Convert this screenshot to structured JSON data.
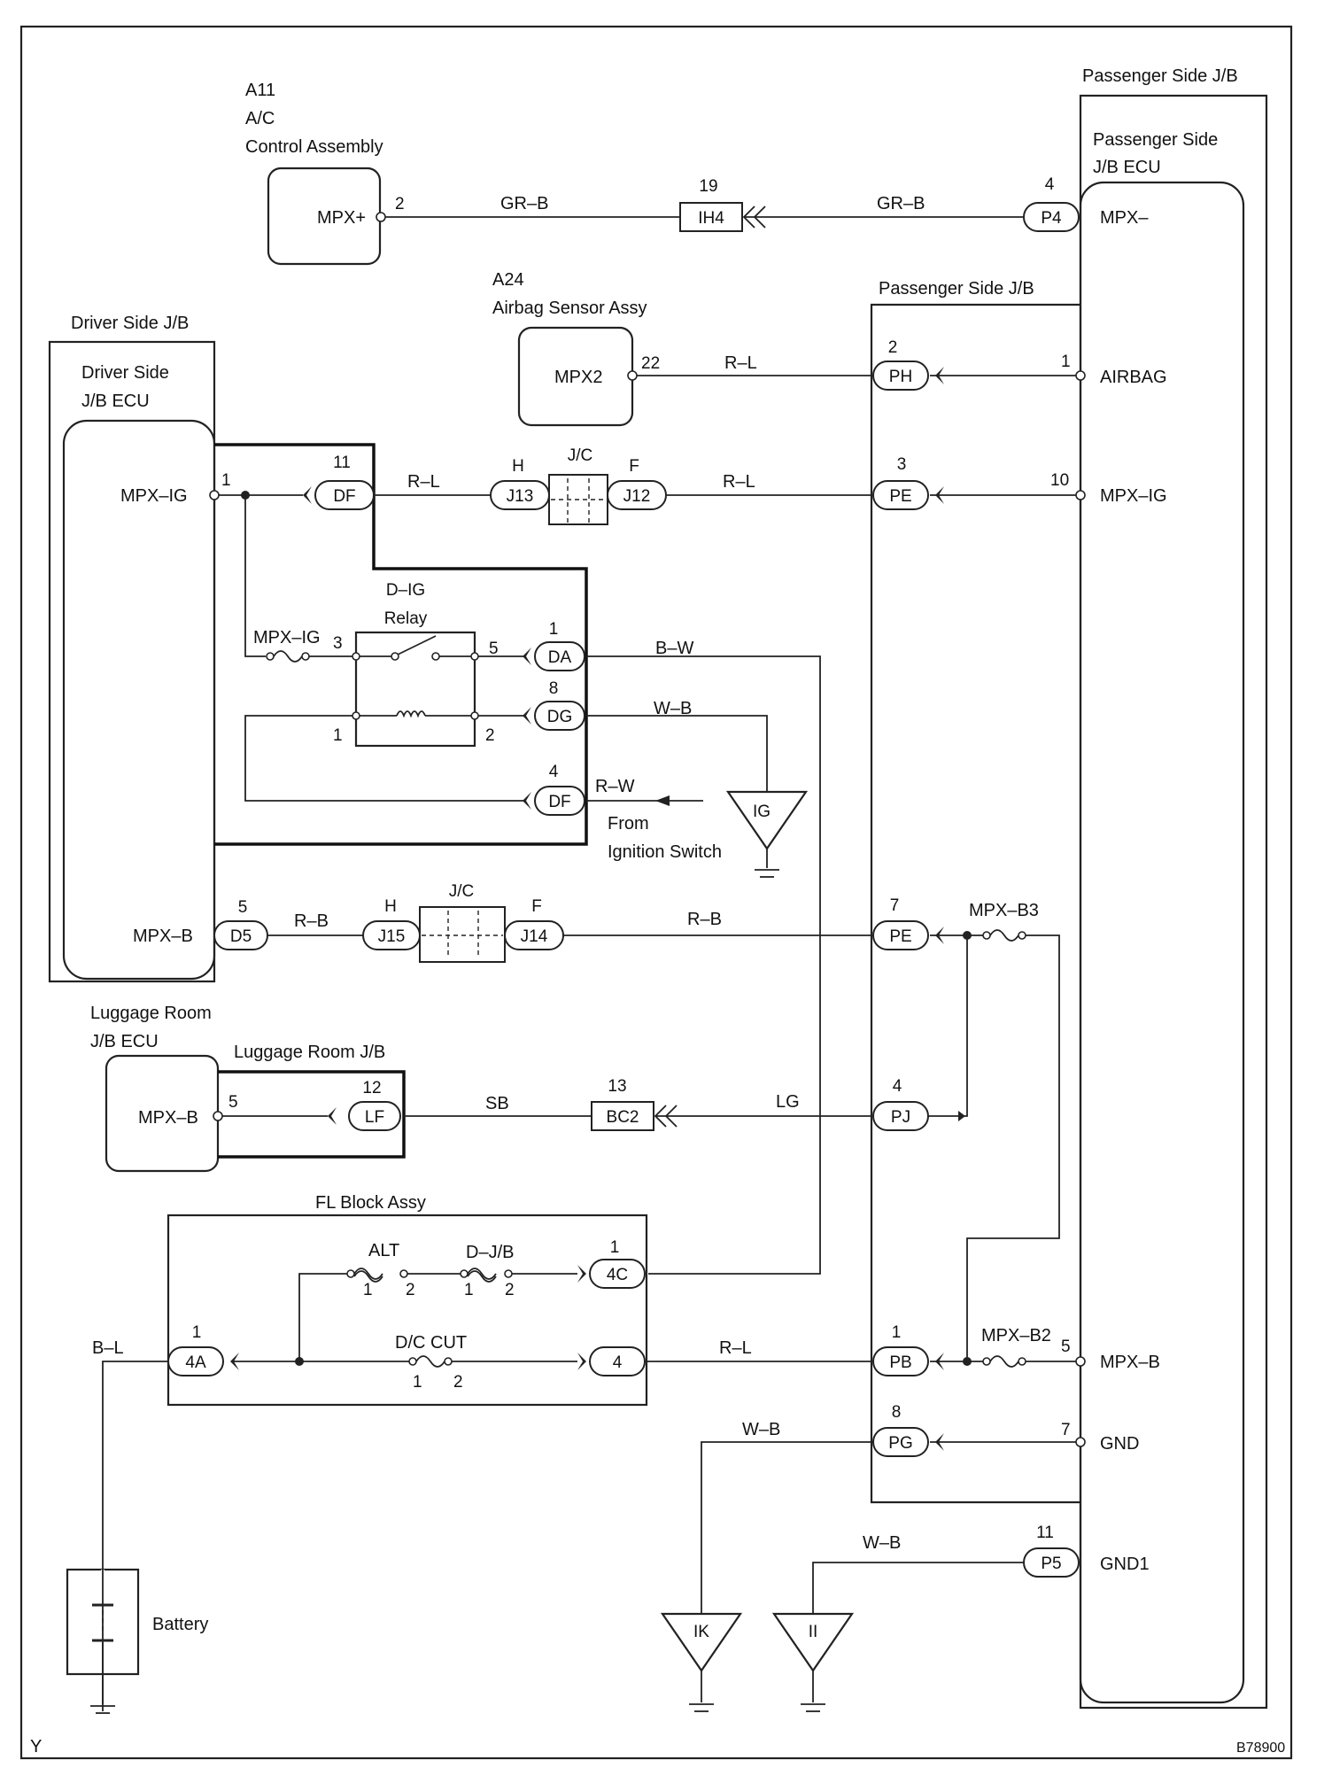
{
  "diagram": {
    "components": {
      "ac": {
        "code": "A11",
        "line1": "A/C",
        "line2": "Control Assembly",
        "pin_name": "MPX+",
        "pin": "2"
      },
      "airbag": {
        "code": "A24",
        "line1": "Airbag Sensor Assy",
        "pin_name": "MPX2",
        "pin": "22"
      },
      "driver_jb": {
        "title": "Driver Side J/B",
        "ecu1": "Driver Side",
        "ecu2": "J/B ECU",
        "pin_mpxig": "MPX–IG",
        "pin_mpxb": "MPX–B",
        "n1": "1"
      },
      "passenger_jb": {
        "title": "Passenger Side J/B",
        "ecu1": "Passenger Side",
        "ecu2": "J/B ECU",
        "inner_title": "Passenger Side J/B",
        "pins": {
          "mpx_minus": "MPX–",
          "airbag": "AIRBAG",
          "mpxig": "MPX–IG",
          "mpxb": "MPX–B",
          "gnd": "GND",
          "gnd1": "GND1"
        },
        "nums": {
          "airbag": "1",
          "mpxig": "10",
          "mpxb": "5",
          "gnd": "7"
        }
      },
      "relay": {
        "line1": "D–IG",
        "line2": "Relay",
        "fuse": "MPX–IG",
        "p3": "3",
        "p5": "5",
        "p1": "1",
        "p2": "2"
      },
      "luggage": {
        "ecu1": "Luggage Room",
        "ecu2": "J/B ECU",
        "jb": "Luggage Room J/B",
        "pin_name": "MPX–B",
        "pin": "5"
      },
      "fl_block": {
        "title": "FL Block Assy",
        "alt": "ALT",
        "djb": "D–J/B",
        "dccut": "D/C CUT",
        "n1": "1",
        "n2": "2"
      },
      "mpx_b3": "MPX–B3",
      "mpx_b2": "MPX–B2",
      "battery": "Battery",
      "from1": "From",
      "from2": "Ignition Switch"
    },
    "connectors": {
      "ih4": {
        "label": "IH4",
        "num": "19"
      },
      "p4": {
        "label": "P4",
        "num": "4"
      },
      "ph": {
        "label": "PH",
        "num": "2"
      },
      "df1": {
        "label": "DF",
        "num": "11"
      },
      "j13": {
        "label": "J13",
        "side": "H"
      },
      "jc1": {
        "label": "J/C"
      },
      "j12": {
        "label": "J12",
        "side": "F"
      },
      "pe1": {
        "label": "PE",
        "num": "3"
      },
      "da": {
        "label": "DA",
        "num": "1"
      },
      "dg": {
        "label": "DG",
        "num": "8"
      },
      "df2": {
        "label": "DF",
        "num": "4"
      },
      "d5": {
        "label": "D5",
        "num": "5"
      },
      "j15": {
        "label": "J15",
        "side": "H"
      },
      "jc2": {
        "label": "J/C"
      },
      "j14": {
        "label": "J14",
        "side": "F"
      },
      "pe2": {
        "label": "PE",
        "num": "7"
      },
      "lf": {
        "label": "LF",
        "num": "12"
      },
      "bc2": {
        "label": "BC2",
        "num": "13"
      },
      "pj": {
        "label": "PJ",
        "num": "4"
      },
      "c4c": {
        "label": "4C",
        "num": "1"
      },
      "c4a": {
        "label": "4A",
        "num": "1"
      },
      "c4": {
        "label": "4"
      },
      "pb": {
        "label": "PB",
        "num": "1"
      },
      "pg": {
        "label": "PG",
        "num": "8"
      },
      "p5": {
        "label": "P5",
        "num": "11"
      }
    },
    "wires": {
      "grb1": "GR–B",
      "grb2": "GR–B",
      "rl_airbag": "R–L",
      "rl1": "R–L",
      "rl2": "R–L",
      "bw": "B–W",
      "wb1": "W–B",
      "rw": "R–W",
      "rb1": "R–B",
      "rb2": "R–B",
      "sb": "SB",
      "lg": "LG",
      "bl": "B–L",
      "rl3": "R–L",
      "wb2": "W–B",
      "wb3": "W–B"
    },
    "grounds": {
      "ig": "IG",
      "ik": "IK",
      "ii": "II"
    },
    "corner_left": "Y",
    "corner_right": "B78900"
  }
}
